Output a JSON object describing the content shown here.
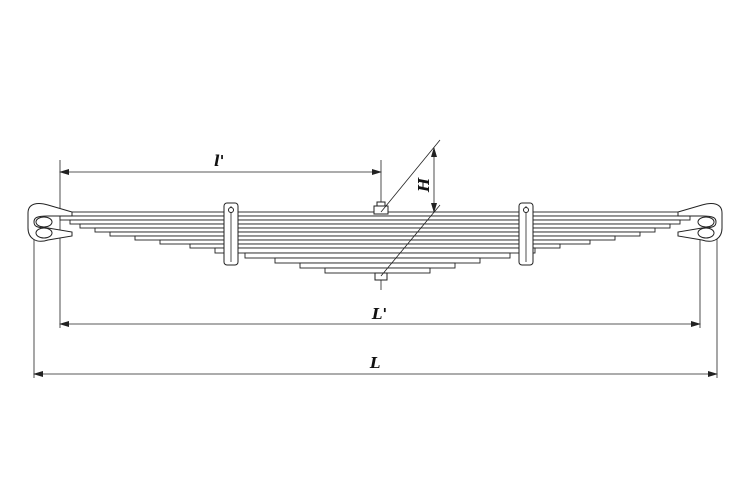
{
  "labels": {
    "l_prime": "l'",
    "H": "H",
    "L_prime": "L'",
    "L": "L"
  },
  "colors": {
    "line": "#222222",
    "background": "#ffffff"
  }
}
